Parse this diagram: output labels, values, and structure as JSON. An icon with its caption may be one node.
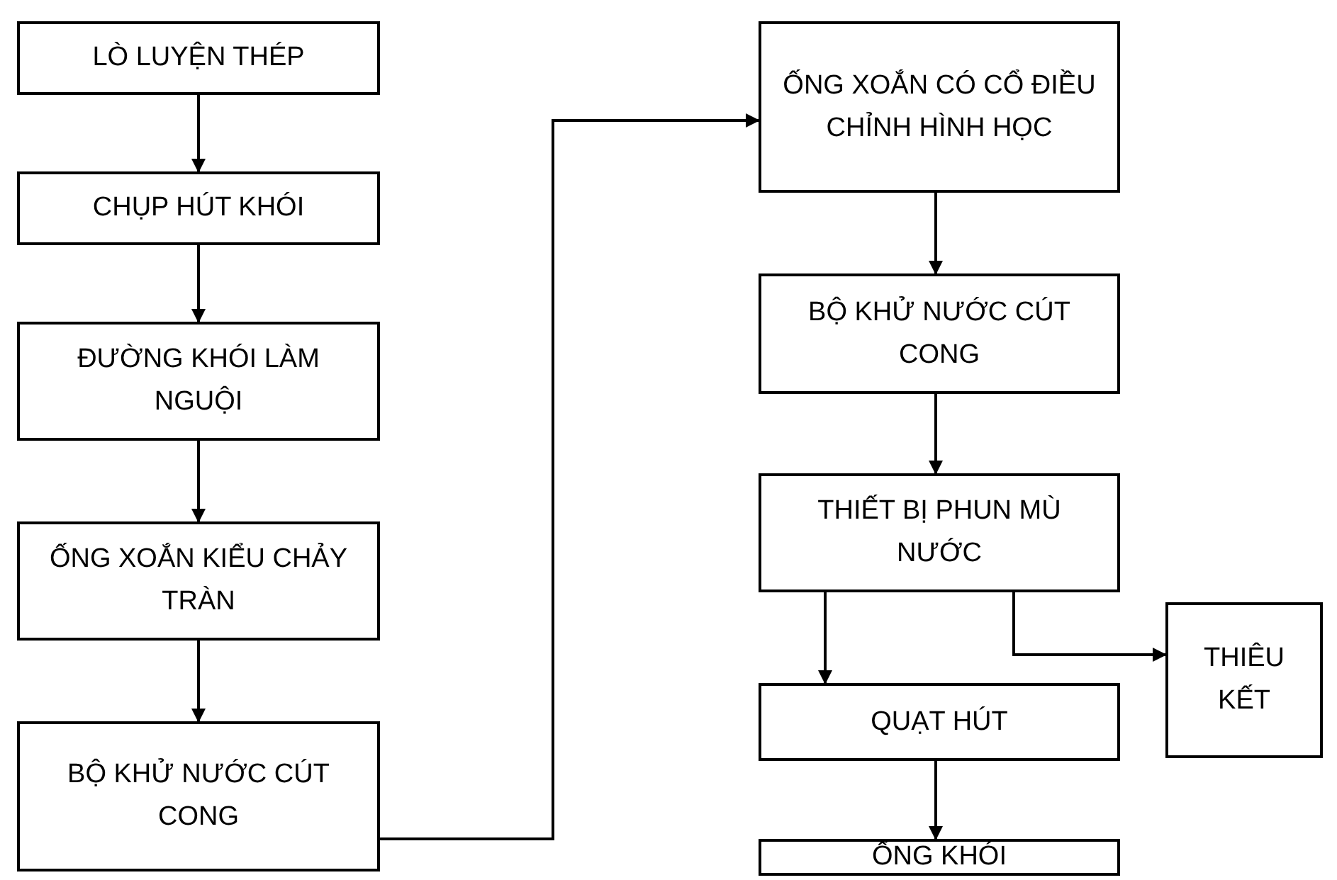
{
  "diagram": {
    "nodes": [
      {
        "text": [
          "LÒ LUYỆN THÉP"
        ]
      },
      {
        "text": [
          "CHỤP HÚT KHÓI"
        ]
      },
      {
        "text": [
          "ĐƯỜNG KHÓI LÀM NGUỘI"
        ]
      },
      {
        "text": [
          "ỐNG XOẮN KIỂU CHẢY TRÀN"
        ]
      },
      {
        "text": [
          "BỘ KHỬ NƯỚC CÚT CONG"
        ]
      },
      {
        "text": [
          "ỐNG XOẮN CÓ CỔ ĐIỀU CHỈNH HÌNH HỌC"
        ]
      },
      {
        "text": [
          "BỘ KHỬ NƯỚC CÚT CONG"
        ]
      },
      {
        "text": [
          "THIẾT BỊ PHUN MÙ NƯỚC"
        ]
      },
      {
        "text": [
          "QUẠT HÚT"
        ]
      },
      {
        "text": [
          "ỐNG KHÓI"
        ]
      },
      {
        "text": [
          "THIÊU KẾT"
        ]
      }
    ],
    "edges": [
      {
        "from": 0,
        "to": 1,
        "arrow": "to"
      },
      {
        "from": 1,
        "to": 2,
        "arrow": "to"
      },
      {
        "from": 2,
        "to": 3,
        "arrow": "to"
      },
      {
        "from": 3,
        "to": 4,
        "arrow": "to"
      },
      {
        "from": 4,
        "to": 5,
        "arrow": "to"
      },
      {
        "from": 5,
        "to": 6,
        "arrow": "to"
      },
      {
        "from": 6,
        "to": 7,
        "arrow": "to"
      },
      {
        "from": 7,
        "to": 8,
        "arrow": "to"
      },
      {
        "from": 8,
        "to": 9,
        "arrow": "to"
      },
      {
        "from": 7,
        "to": 10,
        "arrow": "to"
      }
    ]
  }
}
